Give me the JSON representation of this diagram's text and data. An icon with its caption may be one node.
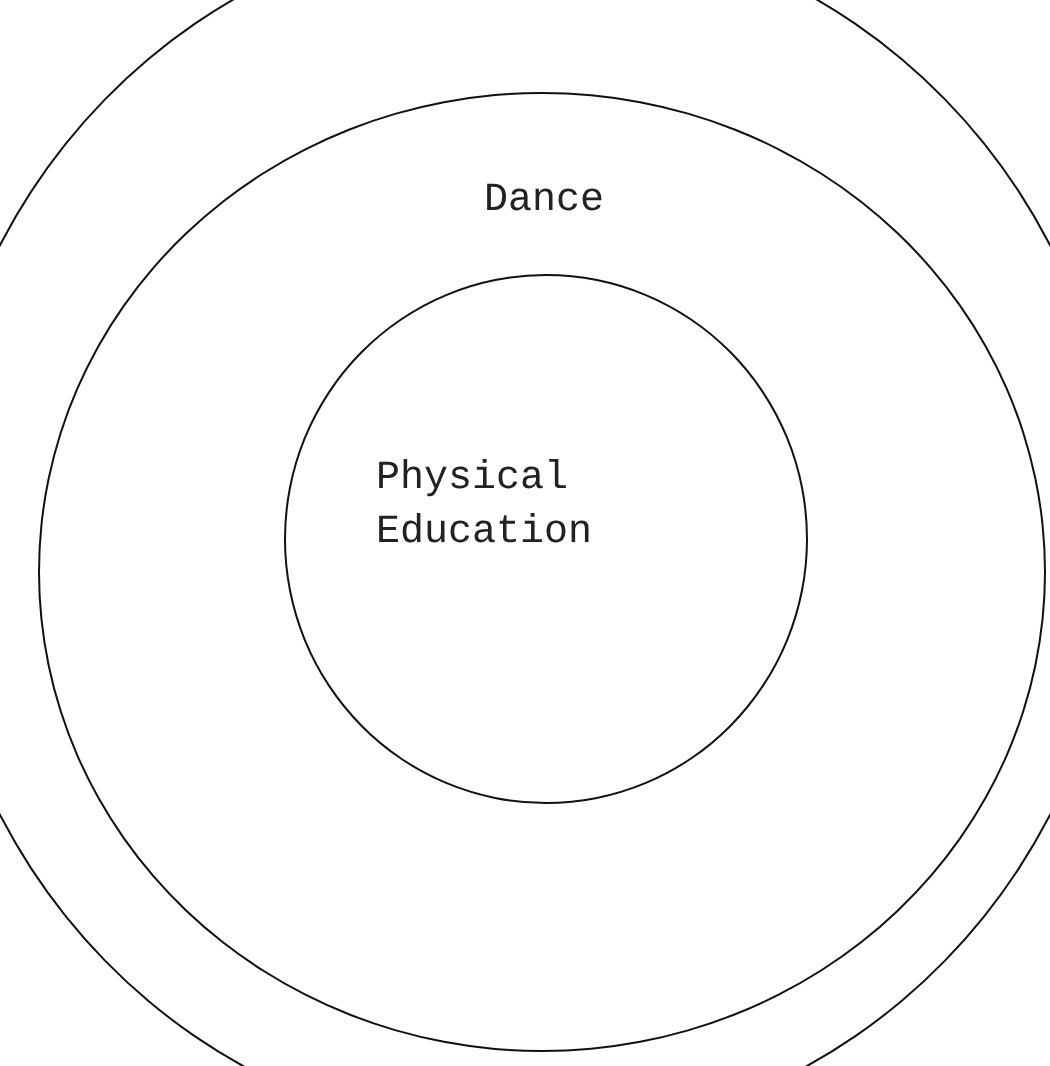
{
  "diagram": {
    "nodes": [
      {
        "text": [],
        "shape": "circle"
      },
      {
        "text": [
          "Dance"
        ],
        "in": 0
      },
      {
        "text": [
          "Physical Education"
        ],
        "in": 1
      }
    ]
  }
}
